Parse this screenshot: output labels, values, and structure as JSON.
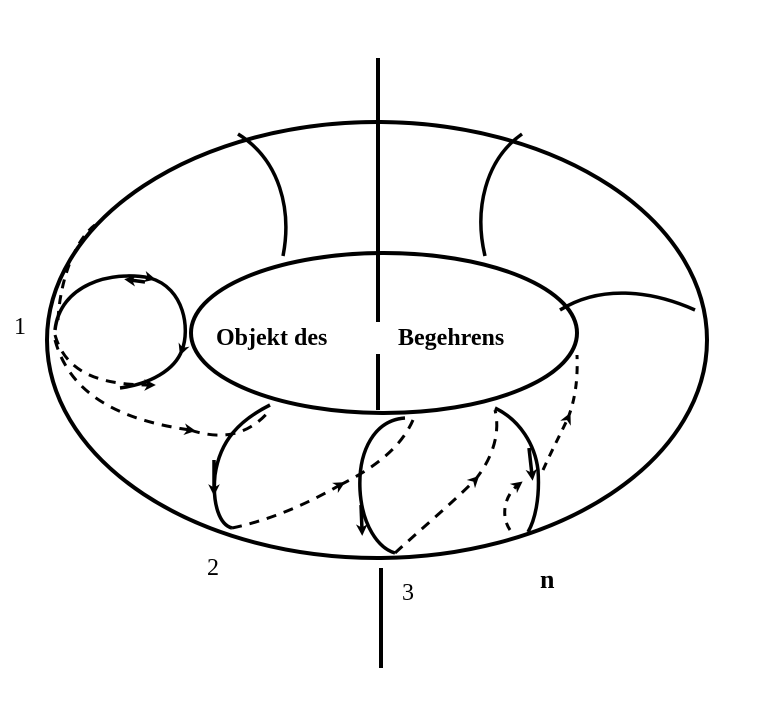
{
  "diagram": {
    "center_label_left": "Objekt des",
    "center_label_right": "Begehrens",
    "point_labels": [
      "1",
      "2",
      "3",
      "n"
    ]
  },
  "colors": {
    "ink": "#000000",
    "background": "#ffffff"
  }
}
